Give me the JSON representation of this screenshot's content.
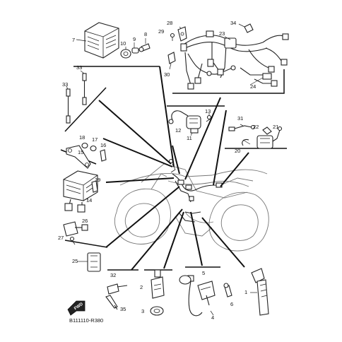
{
  "diagram": {
    "code": "B111110-R380",
    "front_arrow": "FWD",
    "callouts": {
      "n1": "1",
      "n2": "2",
      "n3": "3",
      "n4": "4",
      "n5": "5",
      "n6": "6",
      "n7": "7",
      "n8": "8",
      "n9": "9",
      "n10": "10",
      "n11": "11",
      "n12": "12",
      "n13": "13",
      "n14": "14",
      "n15": "15",
      "n16": "16",
      "n17": "17",
      "n18": "18",
      "n19": "19",
      "n20": "20",
      "n21": "21",
      "n22": "22",
      "n23": "23",
      "n24": "24",
      "n25": "25",
      "n26": "26",
      "n27": "27",
      "n28": "28",
      "n29": "29",
      "n30": "30",
      "n31": "31",
      "n32": "32",
      "n33a": "33",
      "n33b": "33",
      "n34": "34",
      "n35": "35"
    }
  }
}
